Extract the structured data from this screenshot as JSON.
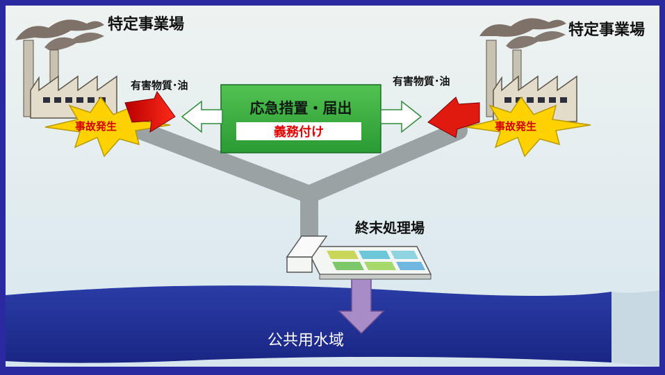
{
  "factory_left": {
    "title": "特定事業場",
    "substance": "有害物質･油",
    "accident": "事故発生"
  },
  "factory_right": {
    "title": "特定事業場",
    "substance": "有害物質･油",
    "accident": "事故発生"
  },
  "center_box": {
    "line1": "応急措置・届出",
    "line2": "義務付け"
  },
  "treatment_plant": {
    "label": "終末処理場"
  },
  "water_body": {
    "label": "公共用水域"
  },
  "colors": {
    "frame": "#2a2a9e",
    "panel": "#dde9ee",
    "center_box": "#3cae3c",
    "starburst": "#ffd200",
    "accident_text": "#d40000",
    "duty_text": "#e10000",
    "pipe": "#9aa2a4",
    "water": "#1f2f96",
    "discharge_arrow": "#a88cc8"
  }
}
